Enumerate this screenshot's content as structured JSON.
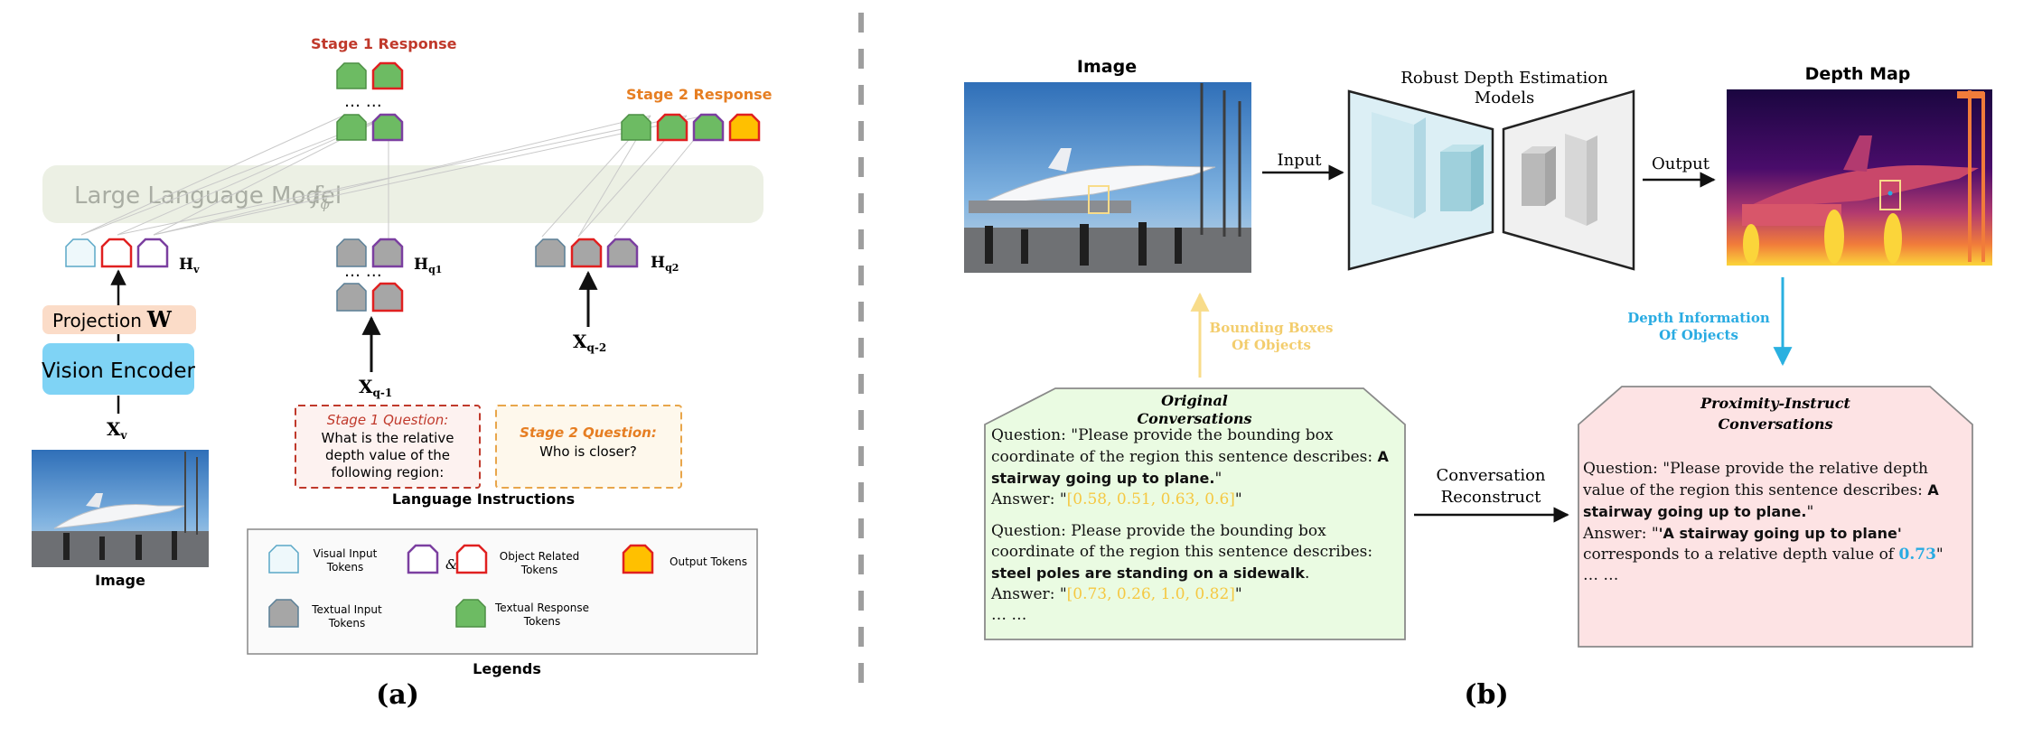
{
  "panel_a": {
    "stage1_response": "Stage 1 Response",
    "stage2_response": "Stage 2 Response",
    "llm_label": "Large Language Model",
    "llm_symbol": "f",
    "llm_sub": "ϕ",
    "dots": "… …",
    "hv": "H",
    "hv_sub": "v",
    "hq1": "H",
    "hq1_sub": "q1",
    "hq2": "H",
    "hq2_sub": "q2",
    "projection": "Projection",
    "projection_w": "W",
    "vision_encoder": "Vision Encoder",
    "xv": "X",
    "xv_sub": "v",
    "xq1": "X",
    "xq1_sub": "q-1",
    "xq2": "X",
    "xq2_sub": "q-2",
    "image_label": "Image",
    "stage1_q_title": "Stage 1 Question:",
    "stage1_q_lines": [
      "What is the relative",
      "depth value of the",
      "following region:"
    ],
    "stage2_q_title": "Stage 2 Question:",
    "stage2_q_text": "Who is closer?",
    "language_instructions": "Language Instructions",
    "legend_visual": [
      "Visual Input",
      "Tokens"
    ],
    "legend_amp": "&",
    "legend_object": [
      "Object Related",
      "Tokens"
    ],
    "legend_output": "Output Tokens",
    "legend_textual": [
      "Textual Input",
      "Tokens"
    ],
    "legend_response": [
      "Textual Response",
      "Tokens"
    ],
    "legends_title": "Legends",
    "caption": "(a)"
  },
  "panel_b": {
    "image_title": "Image",
    "robust_title": [
      "Robust Depth Estimation",
      "Models"
    ],
    "depth_map_title": "Depth Map",
    "input_label": "Input",
    "output_label": "Output",
    "bbox_label": [
      "Bounding Boxes",
      "Of Objects"
    ],
    "depth_info_label": [
      "Depth Information",
      "Of Objects"
    ],
    "original_title": [
      "Original",
      "Conversations"
    ],
    "proximity_title": [
      "Proximity-Instruct",
      "Conversations"
    ],
    "conv_reconstruct": [
      "Conversation",
      "Reconstruct"
    ],
    "orig_q1_pre": "Question: \"Please provide the bounding box coordinate of the region this sentence describes: ",
    "orig_q1_bold": "A stairway going up to plane.",
    "orig_q1_post": "\"",
    "orig_a1_pre": "Answer: \"",
    "orig_a1_val": "[0.58, 0.51, 0.63, 0.6]",
    "orig_a1_post": "\"",
    "orig_q2_pre": "Question: Please provide the bounding box coordinate of the region this sentence describes: ",
    "orig_q2_bold": "steel poles are standing on a sidewalk",
    "orig_q2_post": ".",
    "orig_a2_pre": "Answer: \"",
    "orig_a2_val": "[0.73, 0.26, 1.0, 0.82]",
    "orig_a2_post": "\"",
    "ellipsis": "… …",
    "prox_q_pre": "Question: \"Please provide the relative depth value of the region this sentence describes: ",
    "prox_q_bold": "A stairway going up to plane.",
    "prox_q_post": "\"",
    "prox_a_pre": "Answer: \"",
    "prox_a_bold": "'A stairway going up to plane'",
    "prox_a_mid": " corresponds to a relative depth value of ",
    "prox_a_val": "0.73",
    "prox_a_post": "\"",
    "caption": "(b)"
  },
  "colors": {
    "stage1": "#c0392b",
    "stage2": "#e67e22",
    "green_token": "#6dbb63",
    "grey_token": "#a6a6a6",
    "red_outline": "#e02020",
    "purple_outline": "#7b3fa0",
    "orange_token": "#ffc000",
    "projection_bg": "#fbdcc8",
    "encoder_bg": "#7fd3f5",
    "orig_bg": "#eafbe2",
    "prox_bg": "#fde3e4",
    "bbox_arrow": "#f8dc8a",
    "depth_arrow": "#2ab0e0"
  }
}
